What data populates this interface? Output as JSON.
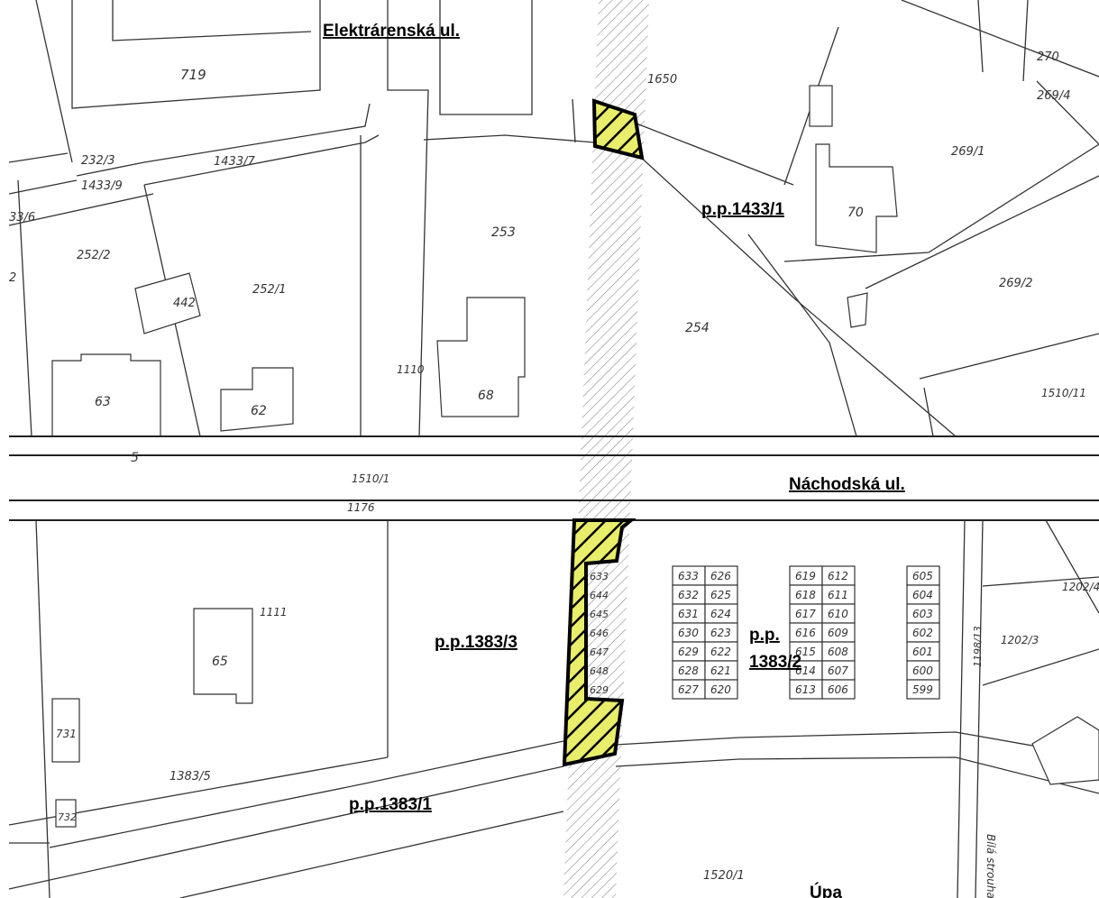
{
  "streets": {
    "elektrarenska": "Elektrárenská ul.",
    "nachodska": "Náchodská ul.",
    "upa": "Úpa"
  },
  "parcel_labels": {
    "p1433_1": "p.p.1433/1",
    "p1383_3": "p.p.1383/3",
    "p1383_2_a": "p.p.",
    "p1383_2_b": "1383/2",
    "p1383_1": "p.p.1383/1"
  },
  "parcels": {
    "n719": "719",
    "n1650": "1650",
    "n270": "270",
    "n269_4": "269/4",
    "n269_1": "269/1",
    "n232_3": "232/3",
    "n1433_9": "1433/9",
    "n1433_7": "1433/7",
    "n33_6": "33/6",
    "n70": "70",
    "n253": "253",
    "n252_2": "252/2",
    "n252_1": "252/1",
    "n442": "442",
    "n269_2": "269/2",
    "n254": "254",
    "n1110": "1110",
    "n63": "63",
    "n62": "62",
    "n68": "68",
    "n1510_11": "1510/11",
    "n1510_1": "1510/1",
    "n1176": "1176",
    "n1111": "1111",
    "n65": "65",
    "n731": "731",
    "n1383_5": "1383/5",
    "n732": "732",
    "n1520_1": "1520/1",
    "n1202_4": "1202/4",
    "n1202_3": "1202/3",
    "n1198_13": "1198/13",
    "n2": "2",
    "n5": "5",
    "bila_strouha": "Bílá strouha"
  },
  "garages": {
    "col1": [
      "633",
      "632",
      "631",
      "630",
      "629",
      "628",
      "627"
    ],
    "col2": [
      "626",
      "625",
      "624",
      "623",
      "622",
      "621",
      "620"
    ],
    "col3": [
      "619",
      "618",
      "617",
      "616",
      "615",
      "614",
      "613"
    ],
    "col4": [
      "612",
      "611",
      "610",
      "609",
      "608",
      "607",
      "606"
    ],
    "col5": [
      "605",
      "604",
      "603",
      "602",
      "601",
      "600",
      "599"
    ],
    "strip": [
      "633",
      "644",
      "645",
      "646",
      "647",
      "648",
      "629"
    ]
  },
  "colors": {
    "hatch_fill": "#e8ee6a",
    "outline": "#000000",
    "ink": "#333333"
  }
}
